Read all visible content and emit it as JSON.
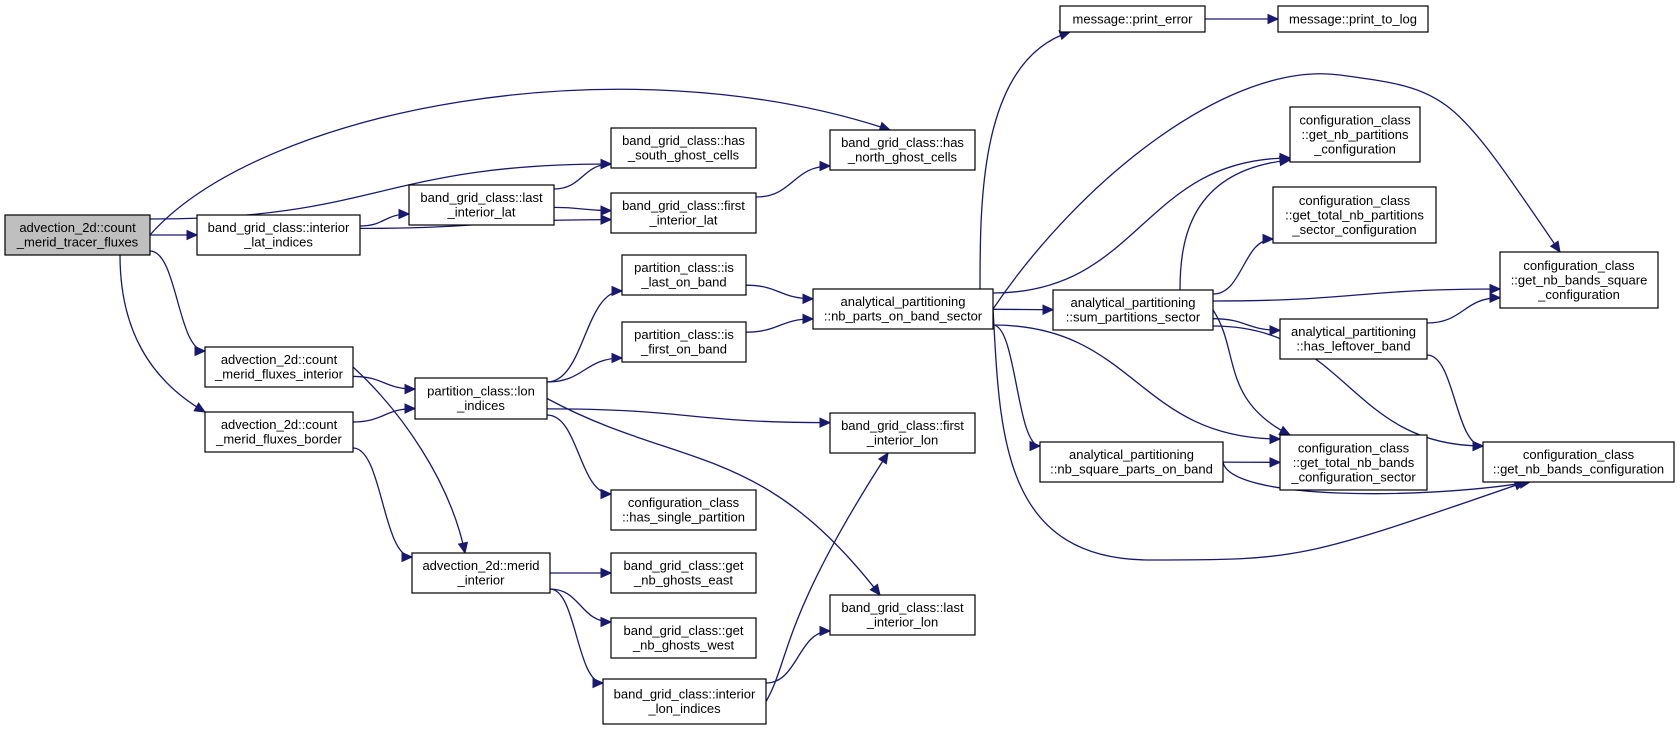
{
  "nodes": [
    {
      "id": "root",
      "lines": [
        "advection_2d::count",
        "_merid_tracer_fluxes"
      ],
      "highlight": true
    },
    {
      "id": "interior_lat_indices",
      "lines": [
        "band_grid_class::interior",
        "_lat_indices"
      ]
    },
    {
      "id": "last_interior_lat",
      "lines": [
        "band_grid_class::last",
        "_interior_lat"
      ]
    },
    {
      "id": "has_south_ghost_cells",
      "lines": [
        "band_grid_class::has",
        "_south_ghost_cells"
      ]
    },
    {
      "id": "first_interior_lat",
      "lines": [
        "band_grid_class::first",
        "_interior_lat"
      ]
    },
    {
      "id": "has_north_ghost_cells",
      "lines": [
        "band_grid_class::has",
        "_north_ghost_cells"
      ]
    },
    {
      "id": "count_merid_fluxes_interior",
      "lines": [
        "advection_2d::count",
        "_merid_fluxes_interior"
      ]
    },
    {
      "id": "count_merid_fluxes_border",
      "lines": [
        "advection_2d::count",
        "_merid_fluxes_border"
      ]
    },
    {
      "id": "lon_indices",
      "lines": [
        "partition_class::lon",
        "_indices"
      ]
    },
    {
      "id": "is_last_on_band",
      "lines": [
        "partition_class::is",
        "_last_on_band"
      ]
    },
    {
      "id": "is_first_on_band",
      "lines": [
        "partition_class::is",
        "_first_on_band"
      ]
    },
    {
      "id": "has_single_partition",
      "lines": [
        "configuration_class",
        "::has_single_partition"
      ]
    },
    {
      "id": "merid_interior",
      "lines": [
        "advection_2d::merid",
        "_interior"
      ]
    },
    {
      "id": "get_nb_ghosts_east",
      "lines": [
        "band_grid_class::get",
        "_nb_ghosts_east"
      ]
    },
    {
      "id": "get_nb_ghosts_west",
      "lines": [
        "band_grid_class::get",
        "_nb_ghosts_west"
      ]
    },
    {
      "id": "interior_lon_indices",
      "lines": [
        "band_grid_class::interior",
        "_lon_indices"
      ]
    },
    {
      "id": "first_interior_lon",
      "lines": [
        "band_grid_class::first",
        "_interior_lon"
      ]
    },
    {
      "id": "last_interior_lon",
      "lines": [
        "band_grid_class::last",
        "_interior_lon"
      ]
    },
    {
      "id": "nb_parts_on_band_sector",
      "lines": [
        "analytical_partitioning",
        "::nb_parts_on_band_sector"
      ]
    },
    {
      "id": "print_error",
      "lines": [
        "message::print_error"
      ]
    },
    {
      "id": "print_to_log",
      "lines": [
        "message::print_to_log"
      ]
    },
    {
      "id": "sum_partitions_sector",
      "lines": [
        "analytical_partitioning",
        "::sum_partitions_sector"
      ]
    },
    {
      "id": "nb_square_parts_on_band",
      "lines": [
        "analytical_partitioning",
        "::nb_square_parts_on_band"
      ]
    },
    {
      "id": "get_nb_partitions_configuration",
      "lines": [
        "configuration_class",
        "::get_nb_partitions",
        "_configuration"
      ]
    },
    {
      "id": "get_total_nb_partitions_sector_configuration",
      "lines": [
        "configuration_class",
        "::get_total_nb_partitions",
        "_sector_configuration"
      ]
    },
    {
      "id": "has_leftover_band",
      "lines": [
        "analytical_partitioning",
        "::has_leftover_band"
      ]
    },
    {
      "id": "get_total_nb_bands_configuration_sector",
      "lines": [
        "configuration_class",
        "::get_total_nb_bands",
        "_configuration_sector"
      ]
    },
    {
      "id": "get_nb_bands_square_configuration",
      "lines": [
        "configuration_class",
        "::get_nb_bands_square",
        "_configuration"
      ]
    },
    {
      "id": "get_nb_bands_configuration",
      "lines": [
        "configuration_class",
        "::get_nb_bands_configuration"
      ]
    }
  ],
  "edges": [
    [
      "root",
      "interior_lat_indices"
    ],
    [
      "root",
      "has_south_ghost_cells"
    ],
    [
      "root",
      "has_north_ghost_cells"
    ],
    [
      "root",
      "count_merid_fluxes_interior"
    ],
    [
      "root",
      "count_merid_fluxes_border"
    ],
    [
      "interior_lat_indices",
      "last_interior_lat"
    ],
    [
      "interior_lat_indices",
      "first_interior_lat"
    ],
    [
      "last_interior_lat",
      "has_south_ghost_cells"
    ],
    [
      "last_interior_lat",
      "first_interior_lat"
    ],
    [
      "first_interior_lat",
      "has_north_ghost_cells"
    ],
    [
      "count_merid_fluxes_interior",
      "lon_indices"
    ],
    [
      "count_merid_fluxes_interior",
      "merid_interior"
    ],
    [
      "count_merid_fluxes_border",
      "lon_indices"
    ],
    [
      "count_merid_fluxes_border",
      "merid_interior"
    ],
    [
      "lon_indices",
      "is_last_on_band"
    ],
    [
      "lon_indices",
      "is_first_on_band"
    ],
    [
      "lon_indices",
      "first_interior_lon"
    ],
    [
      "lon_indices",
      "has_single_partition"
    ],
    [
      "lon_indices",
      "last_interior_lon"
    ],
    [
      "is_last_on_band",
      "nb_parts_on_band_sector"
    ],
    [
      "is_first_on_band",
      "nb_parts_on_band_sector"
    ],
    [
      "merid_interior",
      "get_nb_ghosts_east"
    ],
    [
      "merid_interior",
      "get_nb_ghosts_west"
    ],
    [
      "merid_interior",
      "interior_lon_indices"
    ],
    [
      "interior_lon_indices",
      "first_interior_lon"
    ],
    [
      "interior_lon_indices",
      "last_interior_lon"
    ],
    [
      "nb_parts_on_band_sector",
      "print_error"
    ],
    [
      "nb_parts_on_band_sector",
      "get_nb_partitions_configuration"
    ],
    [
      "nb_parts_on_band_sector",
      "get_nb_bands_square_configuration"
    ],
    [
      "nb_parts_on_band_sector",
      "sum_partitions_sector"
    ],
    [
      "nb_parts_on_band_sector",
      "nb_square_parts_on_band"
    ],
    [
      "nb_parts_on_band_sector",
      "get_total_nb_bands_configuration_sector"
    ],
    [
      "nb_parts_on_band_sector",
      "get_nb_bands_configuration"
    ],
    [
      "print_error",
      "print_to_log"
    ],
    [
      "sum_partitions_sector",
      "get_nb_partitions_configuration"
    ],
    [
      "sum_partitions_sector",
      "get_total_nb_partitions_sector_configuration"
    ],
    [
      "sum_partitions_sector",
      "get_nb_bands_square_configuration"
    ],
    [
      "sum_partitions_sector",
      "has_leftover_band"
    ],
    [
      "sum_partitions_sector",
      "get_total_nb_bands_configuration_sector"
    ],
    [
      "sum_partitions_sector",
      "get_nb_bands_configuration"
    ],
    [
      "has_leftover_band",
      "get_nb_bands_square_configuration"
    ],
    [
      "has_leftover_band",
      "get_nb_bands_configuration"
    ],
    [
      "nb_square_parts_on_band",
      "get_total_nb_bands_configuration_sector"
    ],
    [
      "nb_square_parts_on_band",
      "get_nb_bands_configuration"
    ]
  ],
  "colors": {
    "edge": "#191970",
    "root_fill": "#bfbfbf",
    "node_fill": "#ffffff",
    "border": "#000000"
  }
}
